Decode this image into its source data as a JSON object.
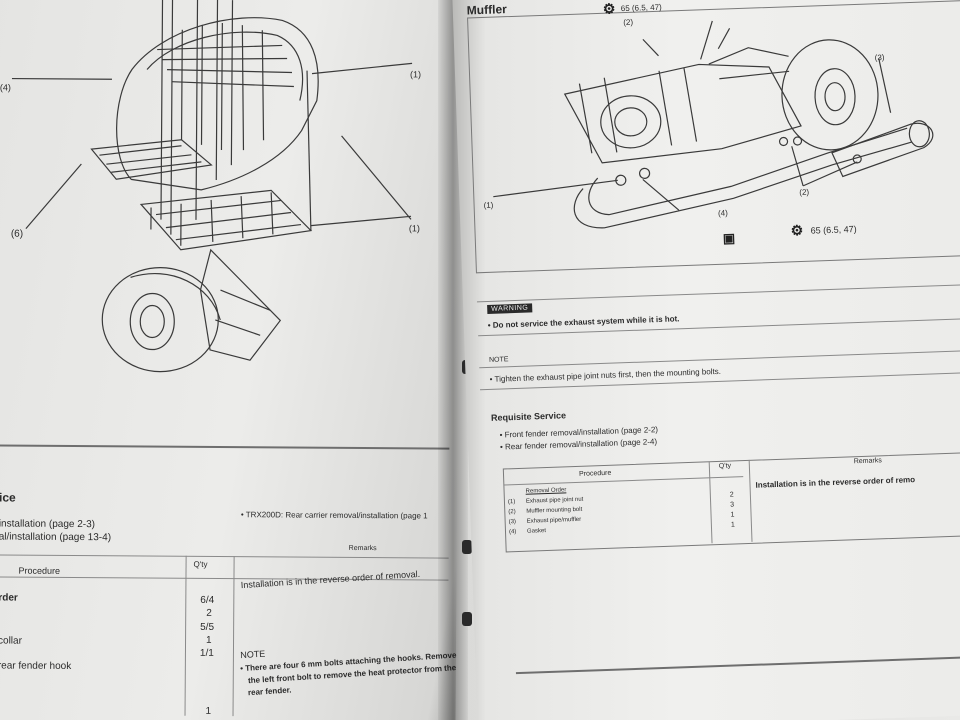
{
  "left_page": {
    "callouts": [
      "(4)",
      "(6)",
      "(1)",
      "(1)"
    ],
    "section_title": "ice",
    "requisite": [
      "installation (page 2-3)",
      "al/installation (page 13-4)"
    ],
    "carrier_note": "• TRX200D: Rear carrier removal/installation (page 1",
    "table": {
      "header_procedure": "Procedure",
      "header_qty": "Q'ty",
      "header_remarks": "Remarks",
      "rows": [
        {
          "label": "rder",
          "qty": "6/4"
        },
        {
          "label": "",
          "qty": "2"
        },
        {
          "label": "",
          "qty": "5/5"
        },
        {
          "label": "collar",
          "qty": "1"
        },
        {
          "label": "",
          "qty": "1/1"
        },
        {
          "label": "rear fender hook",
          "qty": ""
        },
        {
          "label": "",
          "qty": "1"
        }
      ],
      "remarks_main": "Installation is in the reverse order of removal.",
      "note_label": "NOTE",
      "note_lines": [
        "• There are four 6 mm bolts attaching the hooks. Remove",
        "the left front bolt to remove the heat protector from the",
        "rear fender."
      ]
    }
  },
  "right_page": {
    "title": "Muffler",
    "torque_top": "65 (6.5, 47)",
    "torque_bottom": "65 (6.5, 47)",
    "callouts": [
      "(2)",
      "(3)",
      "(1)",
      "(4)",
      "(2)"
    ],
    "warning_tag": "WARNING",
    "warning_text": "• Do not service the exhaust system while it is hot.",
    "note_label": "NOTE",
    "note_text": "• Tighten the exhaust pipe joint nuts first, then the mounting bolts.",
    "requisite_title": "Requisite Service",
    "requisite": [
      "• Front fender removal/installation (page 2-2)",
      "• Rear fender removal/installation (page 2-4)"
    ],
    "table": {
      "header_procedure": "Procedure",
      "header_qty": "Q'ty",
      "header_remarks": "Remarks",
      "group": "Removal Order",
      "rows": [
        {
          "num": "(1)",
          "label": "Exhaust pipe joint nut",
          "qty": "2"
        },
        {
          "num": "(2)",
          "label": "Muffler mounting bolt",
          "qty": "3"
        },
        {
          "num": "(3)",
          "label": "Exhaust pipe/muffler",
          "qty": "1"
        },
        {
          "num": "(4)",
          "label": "Gasket",
          "qty": "1"
        }
      ],
      "remarks": "Installation is in the reverse order of remo"
    }
  }
}
